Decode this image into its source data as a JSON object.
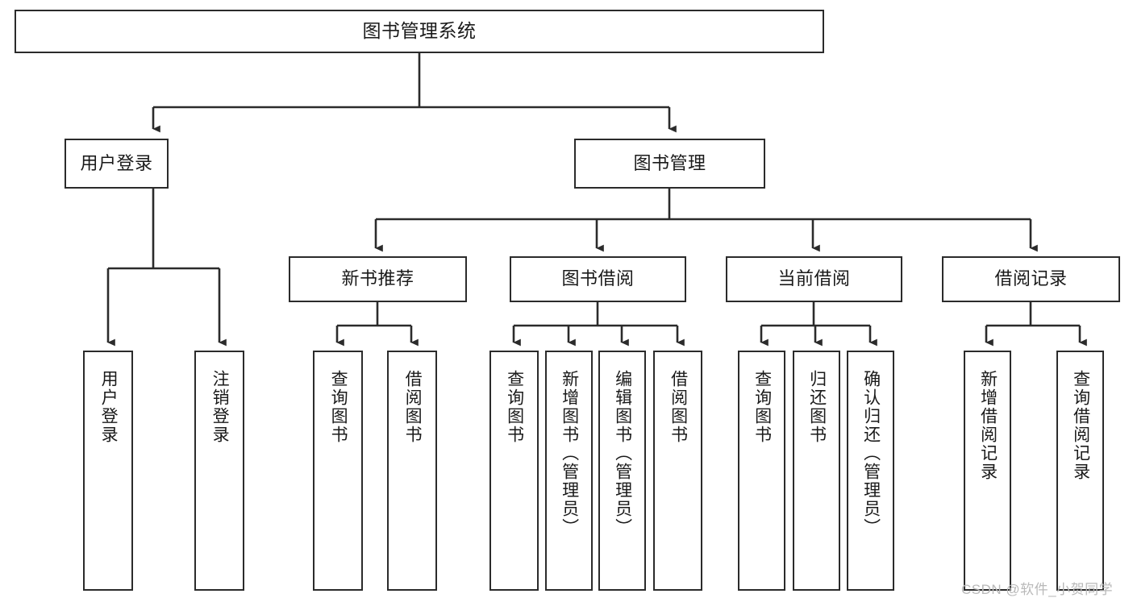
{
  "diagram": {
    "title": "图书管理系统",
    "type": "hierarchy-tree",
    "orientation": "top-down",
    "colors": {
      "box_border": "#2b2b2b",
      "box_fill": "#ffffff",
      "edge": "#2b2b2b",
      "text": "#1a1a1a",
      "watermark": "#b9b9b9",
      "background": "#ffffff"
    },
    "levels": [
      {
        "level": 1,
        "nodes": [
          {
            "id": "root",
            "label": "图书管理系统",
            "text_flow": "horizontal"
          }
        ]
      },
      {
        "level": 2,
        "nodes": [
          {
            "id": "l2-login",
            "label": "用户登录",
            "text_flow": "horizontal",
            "parent": "root"
          },
          {
            "id": "l2-book",
            "label": "图书管理",
            "text_flow": "horizontal",
            "parent": "root"
          }
        ]
      },
      {
        "level": 3,
        "nodes": [
          {
            "id": "l3-new",
            "label": "新书推荐",
            "text_flow": "horizontal",
            "parent": "l2-book"
          },
          {
            "id": "l3-borrow",
            "label": "图书借阅",
            "text_flow": "horizontal",
            "parent": "l2-book"
          },
          {
            "id": "l3-current",
            "label": "当前借阅",
            "text_flow": "horizontal",
            "parent": "l2-book"
          },
          {
            "id": "l3-record",
            "label": "借阅记录",
            "text_flow": "horizontal",
            "parent": "l2-book"
          }
        ]
      },
      {
        "level": 4,
        "nodes": [
          {
            "id": "leaf-1",
            "label": "用户登录",
            "text_flow": "vertical",
            "parent": "l2-login"
          },
          {
            "id": "leaf-2",
            "label": "注销登录",
            "text_flow": "vertical",
            "parent": "l2-login"
          },
          {
            "id": "leaf-3",
            "label": "查询图书",
            "text_flow": "vertical",
            "parent": "l3-new"
          },
          {
            "id": "leaf-4",
            "label": "借阅图书",
            "text_flow": "vertical",
            "parent": "l3-new"
          },
          {
            "id": "leaf-5",
            "label": "查询图书",
            "text_flow": "vertical",
            "parent": "l3-borrow"
          },
          {
            "id": "leaf-6",
            "label": "新增图书（管理员）",
            "text_flow": "vertical",
            "parent": "l3-borrow"
          },
          {
            "id": "leaf-7",
            "label": "编辑图书（管理员）",
            "text_flow": "vertical",
            "parent": "l3-borrow"
          },
          {
            "id": "leaf-8",
            "label": "借阅图书",
            "text_flow": "vertical",
            "parent": "l3-borrow"
          },
          {
            "id": "leaf-9",
            "label": "查询图书",
            "text_flow": "vertical",
            "parent": "l3-current"
          },
          {
            "id": "leaf-10",
            "label": "归还图书",
            "text_flow": "vertical",
            "parent": "l3-current"
          },
          {
            "id": "leaf-11",
            "label": "确认归还（管理员）",
            "text_flow": "vertical",
            "parent": "l3-current"
          },
          {
            "id": "leaf-12",
            "label": "新增借阅记录",
            "text_flow": "vertical",
            "parent": "l3-record"
          },
          {
            "id": "leaf-13",
            "label": "查询借阅记录",
            "text_flow": "vertical",
            "parent": "l3-record"
          }
        ]
      }
    ],
    "watermark": "CSDN @软件_小贺同学"
  }
}
